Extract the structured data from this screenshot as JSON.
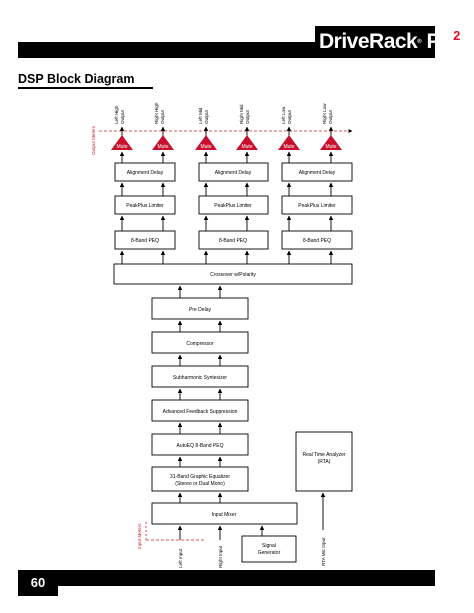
{
  "header": {
    "brand": "DriveRack",
    "brand_tm": "®",
    "brand_suffix": " PA",
    "brand_superscript": "2"
  },
  "title": "DSP Block Diagram",
  "outputs": [
    {
      "line1": "Left High",
      "line2": "Output"
    },
    {
      "line1": "Right High",
      "line2": "Output"
    },
    {
      "line1": "Left Mid",
      "line2": "Output"
    },
    {
      "line1": "Right Mid",
      "line2": "Output"
    },
    {
      "line1": "Left Low",
      "line2": "Output"
    },
    {
      "line1": "Right Low",
      "line2": "Output"
    }
  ],
  "output_meters_label": "Output Meters",
  "input_meters_label": "Input Meters",
  "mute_label": "Mute",
  "channel_blocks": {
    "alignment_delay": "Alignment Delay",
    "peakplus_limiter": "PeakPlus Limiter",
    "peq": "8-Band PEQ"
  },
  "crossover": "Crossover w/Polarity",
  "chain": {
    "pre_delay": "Pre Delay",
    "compressor": "Compressor",
    "subharmonic": "Subharmonic Syntesizer",
    "afs": "Advanced Feedback Suppression",
    "autoeq": "AutoEQ 8-Band PEQ",
    "geq_line1": "31-Band Graphic Equalizer",
    "geq_line2": "(Stereo or Dual Mono)",
    "input_mixer": "Input Mixer"
  },
  "rta": {
    "line1": "Real Time Analyzer",
    "line2": "(RTA)"
  },
  "signal_generator": {
    "line1": "Signal",
    "line2": "Generator"
  },
  "inputs": {
    "left": "Left Input",
    "right": "Right Input",
    "rta_mic": "RTA Mic Input"
  },
  "page_number": "60",
  "colors": {
    "accent_red": "#c8102e",
    "bar": "#000000"
  }
}
